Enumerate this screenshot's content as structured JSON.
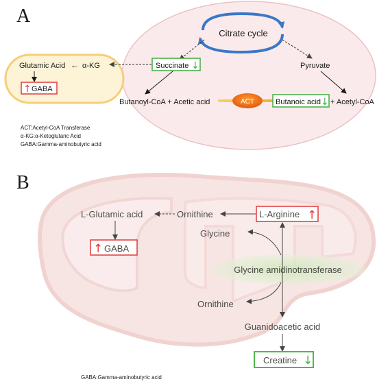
{
  "panel_a": {
    "label": "A",
    "citrate_cycle": "Citrate cycle",
    "succinate": "Succinate",
    "down_arrow": "↓",
    "up_arrow": "↑",
    "pyruvate": "Pyruvate",
    "glutamic_acid": "Glutamic Acid",
    "left_arrow": "←",
    "akg": "α-KG",
    "gaba": "GABA",
    "butanoyl_coa": "Butanoyl-CoA + Acetic acid",
    "act": "ACT",
    "butanoic_acid": "Butanoic acid",
    "acetyl_coa": "+ Acetyl-CoA",
    "legend": [
      "ACT:Acetyl-CoA Transferase",
      "α-KG:α-Ketoglutaric Acid",
      "GABA:Gamma-aminobutyric acid"
    ]
  },
  "panel_b": {
    "label": "B",
    "l_glutamic": "L-Glutamic acid",
    "ornithine_top": "Ornithine",
    "l_arginine": "L-Arginine",
    "up_arrow": "↑",
    "down_arrow": "↓",
    "glycine": "Glycine",
    "gaba": "GABA",
    "enzyme": "Glycine amidinotransferase",
    "ornithine_bottom": "Ornithine",
    "guanidoacetic": "Guanidoacetic acid",
    "creatine": "Creatine",
    "legend": "GABA:Gamma-aminobutyric acid"
  },
  "colors": {
    "cell_fill": "#fbeaec",
    "cell_stroke": "#e9c2c6",
    "vesicle_fill": "#fdf3d6",
    "vesicle_stroke": "#f3cf79",
    "up_red": "#e03a3a",
    "down_green": "#3fae3f",
    "cycle_blue": "#3a78c8",
    "act_orange": "#f07a1a",
    "mito_fill": "#f6e0df",
    "enzyme_green": "#d8ebc6"
  }
}
